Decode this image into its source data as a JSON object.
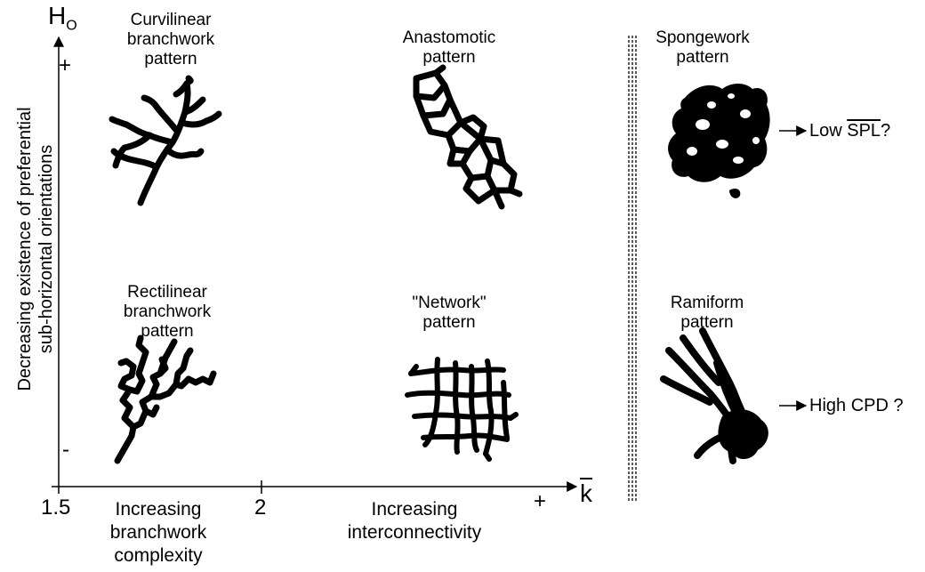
{
  "axes": {
    "y_symbol": "H",
    "y_subscript": "O",
    "y_plus": "+",
    "y_minus": "-",
    "y_label_line1": "Decreasing existence of preferential",
    "y_label_line2": "sub-horizontal orientations",
    "x_symbol": "k",
    "x_plus": "+",
    "x_tick_1": "1.5",
    "x_tick_2": "2",
    "x_range_1": [
      "Increasing",
      "branchwork",
      "complexity"
    ],
    "x_range_2": [
      "Increasing",
      "interconnectivity"
    ]
  },
  "patterns": {
    "curvilinear": [
      "Curvilinear",
      "branchwork",
      "pattern"
    ],
    "anastomotic": [
      "Anastomotic",
      "pattern"
    ],
    "spongework": [
      "Spongework",
      "pattern"
    ],
    "rectilinear": [
      "Rectilinear",
      "branchwork",
      "pattern"
    ],
    "network": [
      "\"Network\"",
      "pattern"
    ],
    "ramiform": [
      "Ramiform",
      "pattern"
    ]
  },
  "notes": {
    "spongework_prefix": "Low ",
    "spongework_metric": "SPL",
    "spongework_suffix": "?",
    "ramiform_text": "High CPD ?"
  }
}
